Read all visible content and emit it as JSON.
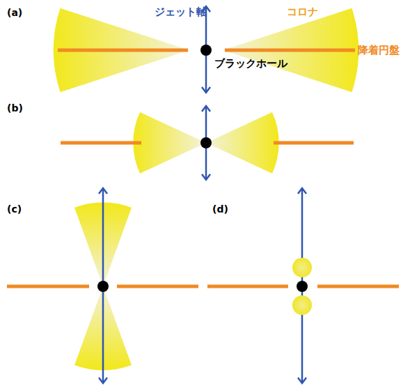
{
  "diagram": {
    "labels": [
      "(a)",
      "ジェット軸",
      "コロナ",
      "降着円盤",
      "ブラックホール",
      "(b)",
      "(c)",
      "(d)"
    ]
  }
}
